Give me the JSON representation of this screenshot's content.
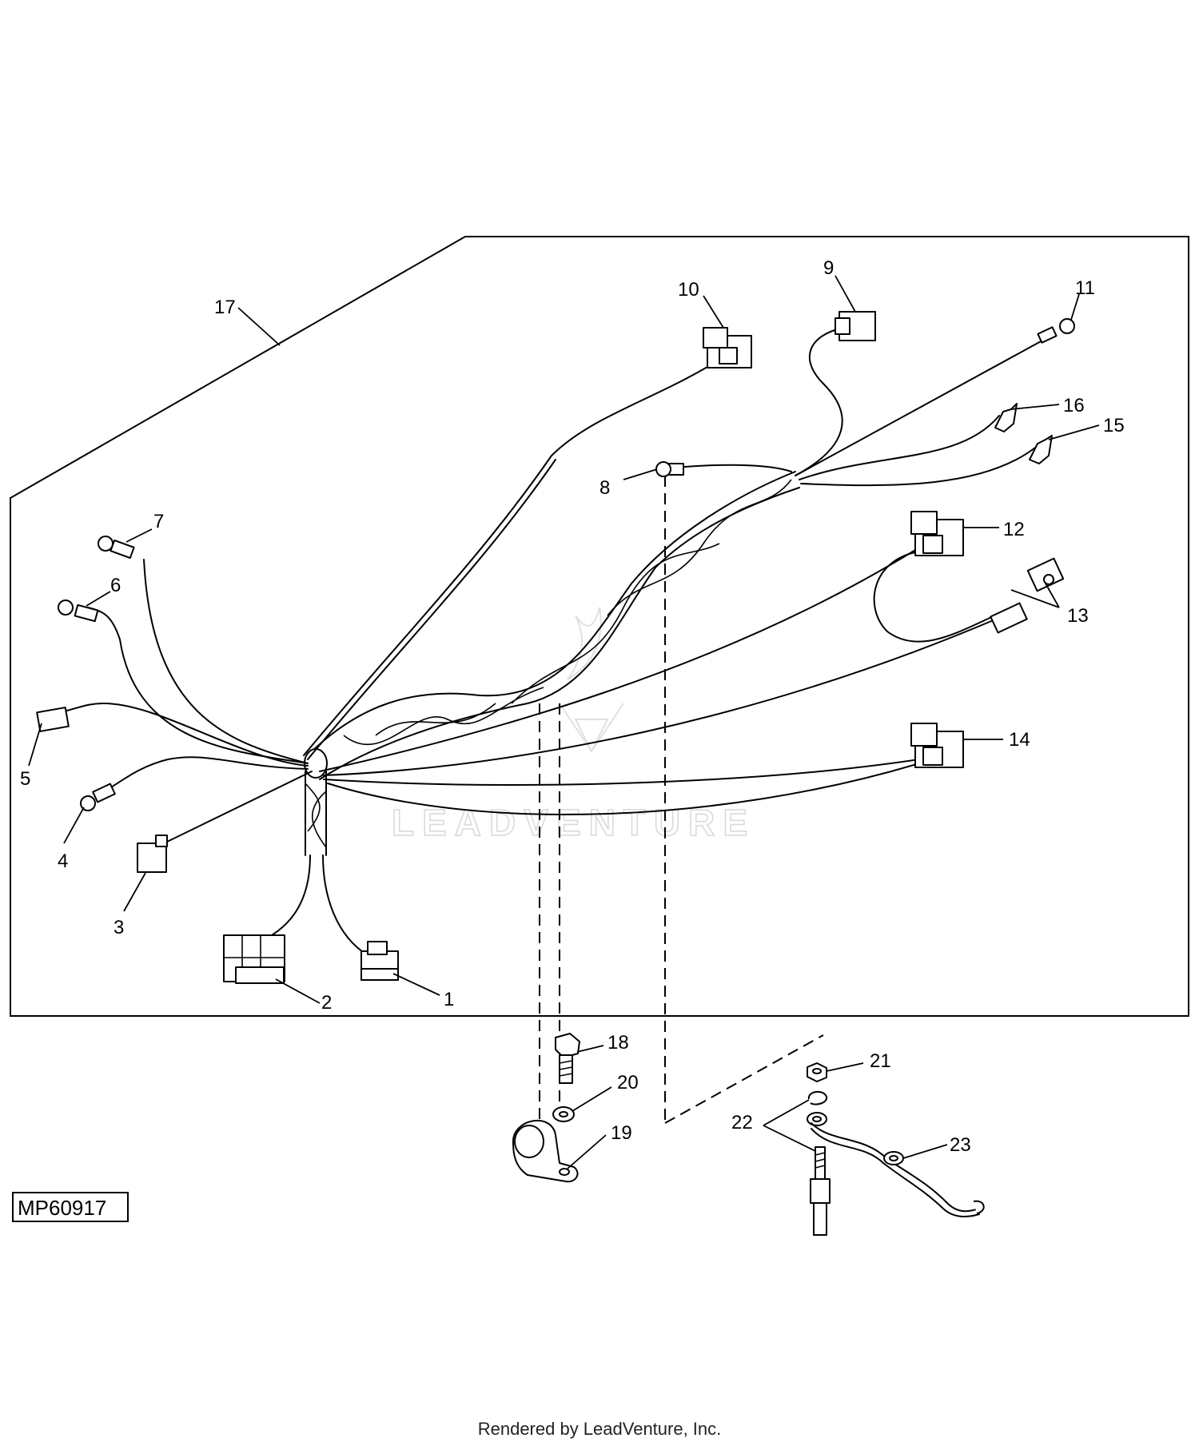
{
  "diagram": {
    "callouts": [
      "1",
      "2",
      "3",
      "4",
      "5",
      "6",
      "7",
      "8",
      "9",
      "10",
      "11",
      "12",
      "13",
      "14",
      "15",
      "16",
      "17",
      "18",
      "19",
      "20",
      "21",
      "22",
      "23"
    ],
    "code": "MP60917",
    "watermark": "LEADVENTURE",
    "footer": "Rendered by LeadVenture, Inc."
  }
}
